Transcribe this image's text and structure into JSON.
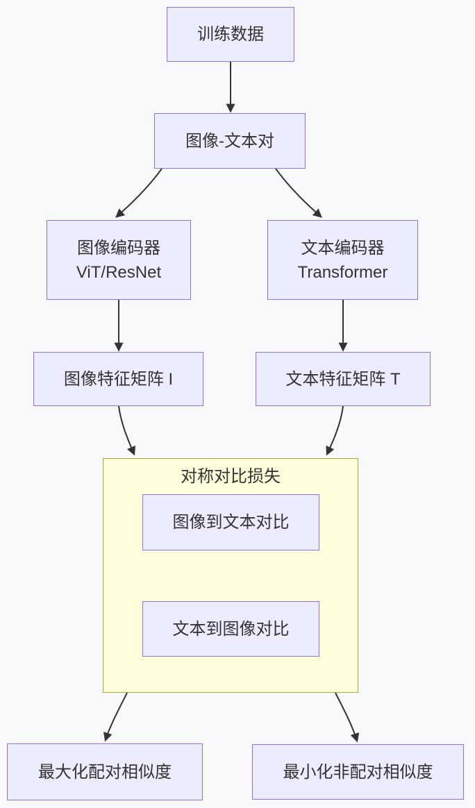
{
  "diagram": {
    "type": "flowchart",
    "direction": "top-down",
    "nodes": {
      "train_data": {
        "label": "训练数据"
      },
      "image_text_pairs": {
        "label": "图像-文本对"
      },
      "image_encoder": {
        "line1": "图像编码器",
        "line2": "ViT/ResNet"
      },
      "text_encoder": {
        "line1": "文本编码器",
        "line2": "Transformer"
      },
      "image_feature_matrix": {
        "label": "图像特征矩阵 I"
      },
      "text_feature_matrix": {
        "label": "文本特征矩阵 T"
      },
      "loss_subgraph": {
        "title": "对称对比损失"
      },
      "image_to_text": {
        "label": "图像到文本对比"
      },
      "text_to_image": {
        "label": "文本到图像对比"
      },
      "maximize_paired": {
        "label": "最大化配对相似度"
      },
      "minimize_unpaired": {
        "label": "最小化非配对相似度"
      }
    },
    "edges": [
      {
        "from": "train_data",
        "to": "image_text_pairs"
      },
      {
        "from": "image_text_pairs",
        "to": "image_encoder"
      },
      {
        "from": "image_text_pairs",
        "to": "text_encoder"
      },
      {
        "from": "image_encoder",
        "to": "image_feature_matrix"
      },
      {
        "from": "text_encoder",
        "to": "text_feature_matrix"
      },
      {
        "from": "image_feature_matrix",
        "to": "loss_subgraph"
      },
      {
        "from": "text_feature_matrix",
        "to": "loss_subgraph"
      },
      {
        "from": "loss_subgraph",
        "to": "maximize_paired"
      },
      {
        "from": "loss_subgraph",
        "to": "minimize_unpaired"
      }
    ],
    "colors": {
      "background": "#f8f9fb",
      "node_fill": "#ececff",
      "node_border": "#9370db",
      "subgraph_fill": "#ffffde",
      "subgraph_border": "#aaaa33",
      "edge": "#333333",
      "text": "#333333"
    }
  }
}
